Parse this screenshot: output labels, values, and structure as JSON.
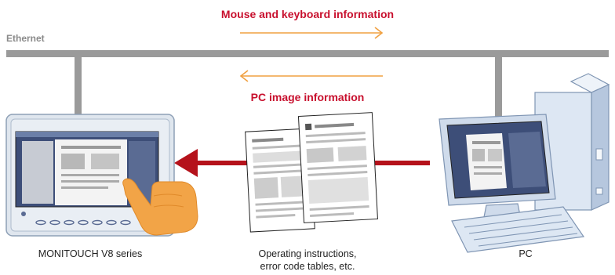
{
  "labels": {
    "mouse_keyboard": "Mouse and keyboard information",
    "pc_image": "PC image information",
    "ethernet": "Ethernet"
  },
  "captions": {
    "monitouch": "MONITOUCH V8 series",
    "documents_line1": "Operating instructions,",
    "documents_line2": "error code tables, etc.",
    "pc": "PC"
  },
  "colors": {
    "label_red": "#c8102e",
    "flow_arrow_red": "#b5121b",
    "info_arrow_orange": "#f0a040",
    "ethernet_gray": "#9a9a9a",
    "device_blue": "#c9d8ec",
    "finger_orange": "#f2a447"
  }
}
